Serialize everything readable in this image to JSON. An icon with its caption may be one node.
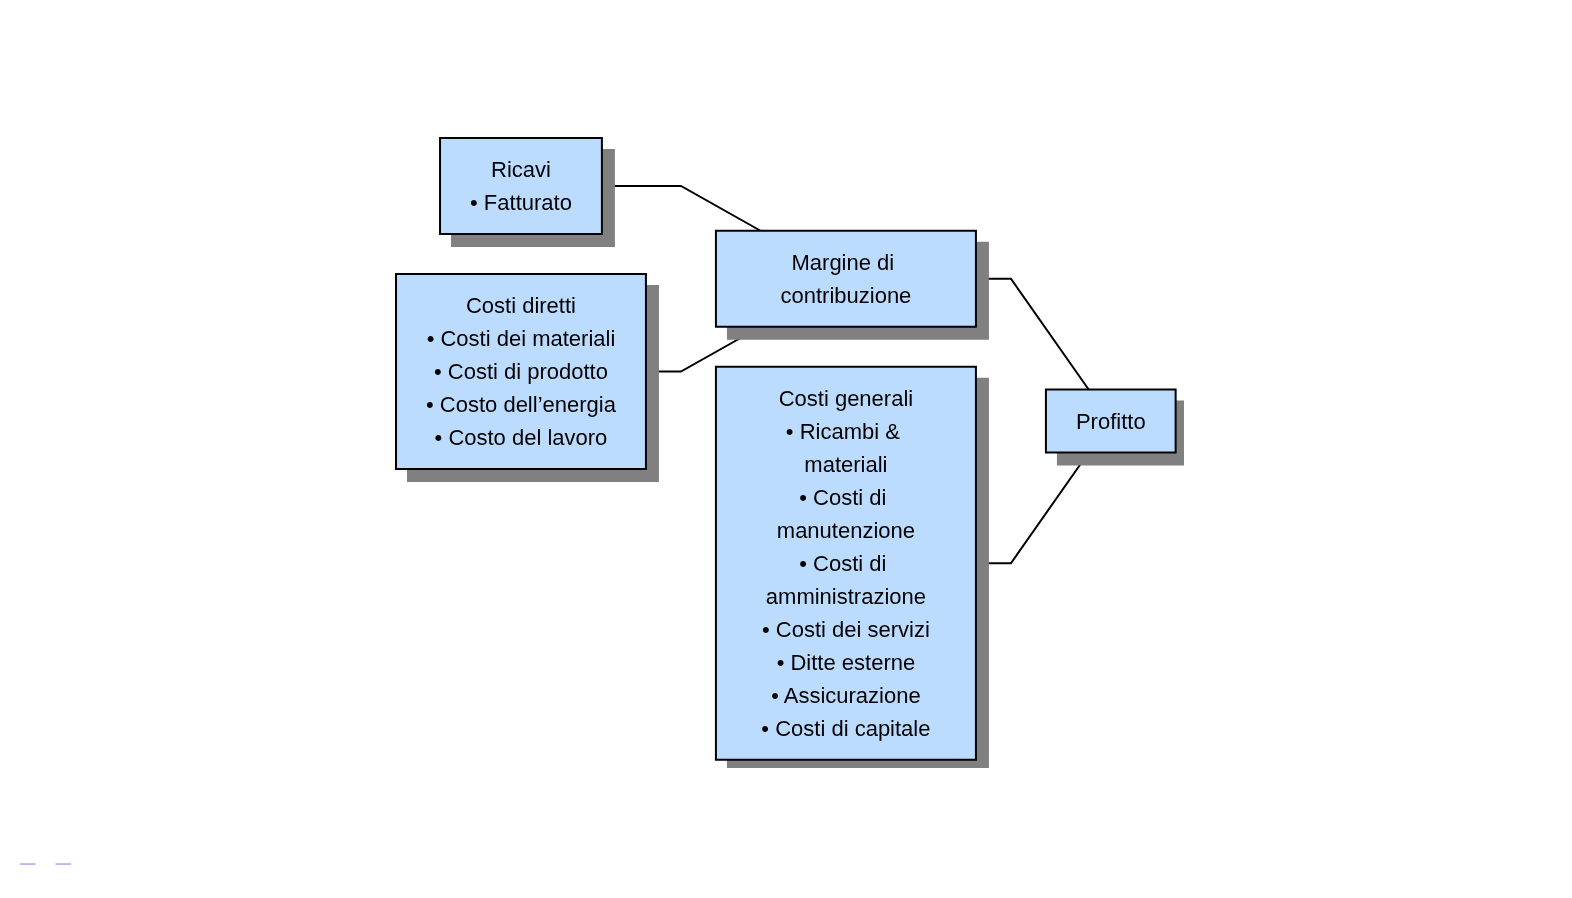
{
  "diagram": {
    "nodes": [
      {
        "text": [
          "Ricavi",
          "• Fatturato"
        ]
      },
      {
        "text": [
          "Costi diretti",
          "• Costi dei materiali",
          "• Costi di prodotto",
          "• Costo dell’energia",
          "• Costo del lavoro"
        ]
      },
      {
        "text": [
          "Margine di contribuzione"
        ]
      },
      {
        "text": [
          "Costi generali",
          "• Ricambi & materiali",
          "• Costi di manutenzione",
          "• Costi di amministrazione",
          "• Costi dei servizi",
          "• Ditte esterne",
          "• Assicurazione",
          "• Costi di capitale"
        ]
      },
      {
        "text": [
          "Profitto"
        ]
      }
    ],
    "edges": [
      {
        "from": 0,
        "to": 2,
        "arrow": "none"
      },
      {
        "from": 1,
        "to": 2,
        "arrow": "none"
      },
      {
        "from": 2,
        "to": 4,
        "arrow": "none"
      },
      {
        "from": 3,
        "to": 4,
        "arrow": "none"
      }
    ],
    "labels": [
      "–",
      "–"
    ]
  }
}
